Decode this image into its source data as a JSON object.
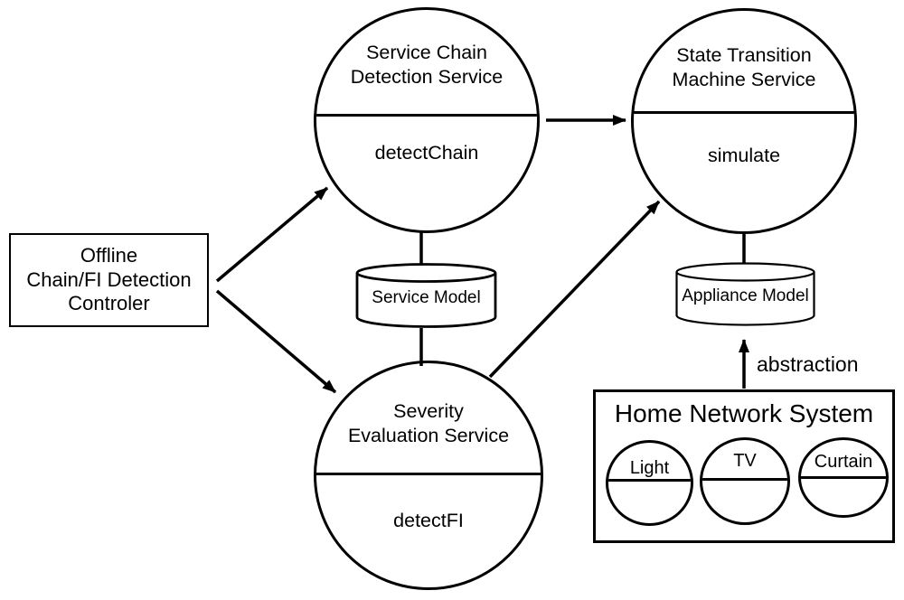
{
  "diagram": {
    "background": "#ffffff",
    "stroke_color": "#000000",
    "offline_controller": {
      "lines": [
        "Offline",
        "Chain/FI Detection",
        "Controler"
      ]
    },
    "services": {
      "service_chain": {
        "name_lines": [
          "Service Chain",
          "Detection Service"
        ],
        "operation": "detectChain"
      },
      "state_transition": {
        "name_lines": [
          "State Transition",
          "Machine Service"
        ],
        "operation": "simulate"
      },
      "severity_evaluation": {
        "name_lines": [
          "Severity",
          "Evaluation Service"
        ],
        "operation": "detectFI"
      }
    },
    "datastores": {
      "service_model": {
        "label": "Service Model"
      },
      "appliance_model": {
        "label": "Appliance Model"
      }
    },
    "home_network": {
      "title": "Home Network System",
      "appliances": [
        {
          "label": "Light"
        },
        {
          "label": "TV"
        },
        {
          "label": "Curtain"
        }
      ]
    },
    "edge_labels": {
      "abstraction": "abstraction"
    }
  }
}
